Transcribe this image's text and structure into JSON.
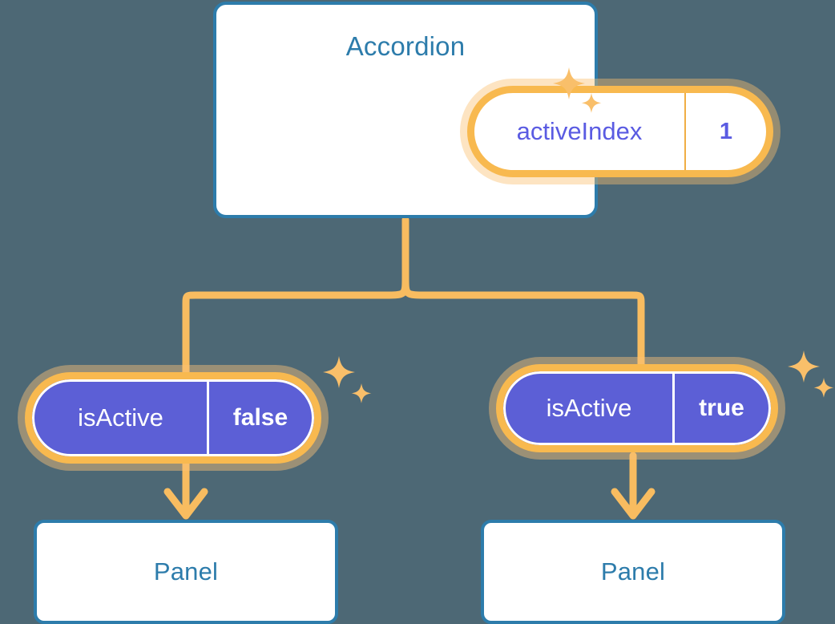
{
  "meta": {
    "background_color": "#4d6875",
    "accent_blue": "#2d7cab",
    "accent_orange": "#f8b94f",
    "accent_orange_soft": "#fbd9a4",
    "accent_purple": "#5c5fd6",
    "accent_purple_text": "#5a5be2",
    "card_bg": "#ffffff"
  },
  "root": {
    "title": "Accordion",
    "state_pill": {
      "key": "activeIndex",
      "value": "1"
    }
  },
  "branches": [
    {
      "state_pill": {
        "key": "isActive",
        "value": "false"
      },
      "child": {
        "title": "Panel"
      }
    },
    {
      "state_pill": {
        "key": "isActive",
        "value": "true"
      },
      "child": {
        "title": "Panel"
      }
    }
  ],
  "icons": {
    "sparkle_large": "sparkle-icon",
    "sparkle_small": "sparkle-small-icon",
    "arrow_down": "arrow-down-icon",
    "branch_connector": "branch-connector-icon"
  }
}
